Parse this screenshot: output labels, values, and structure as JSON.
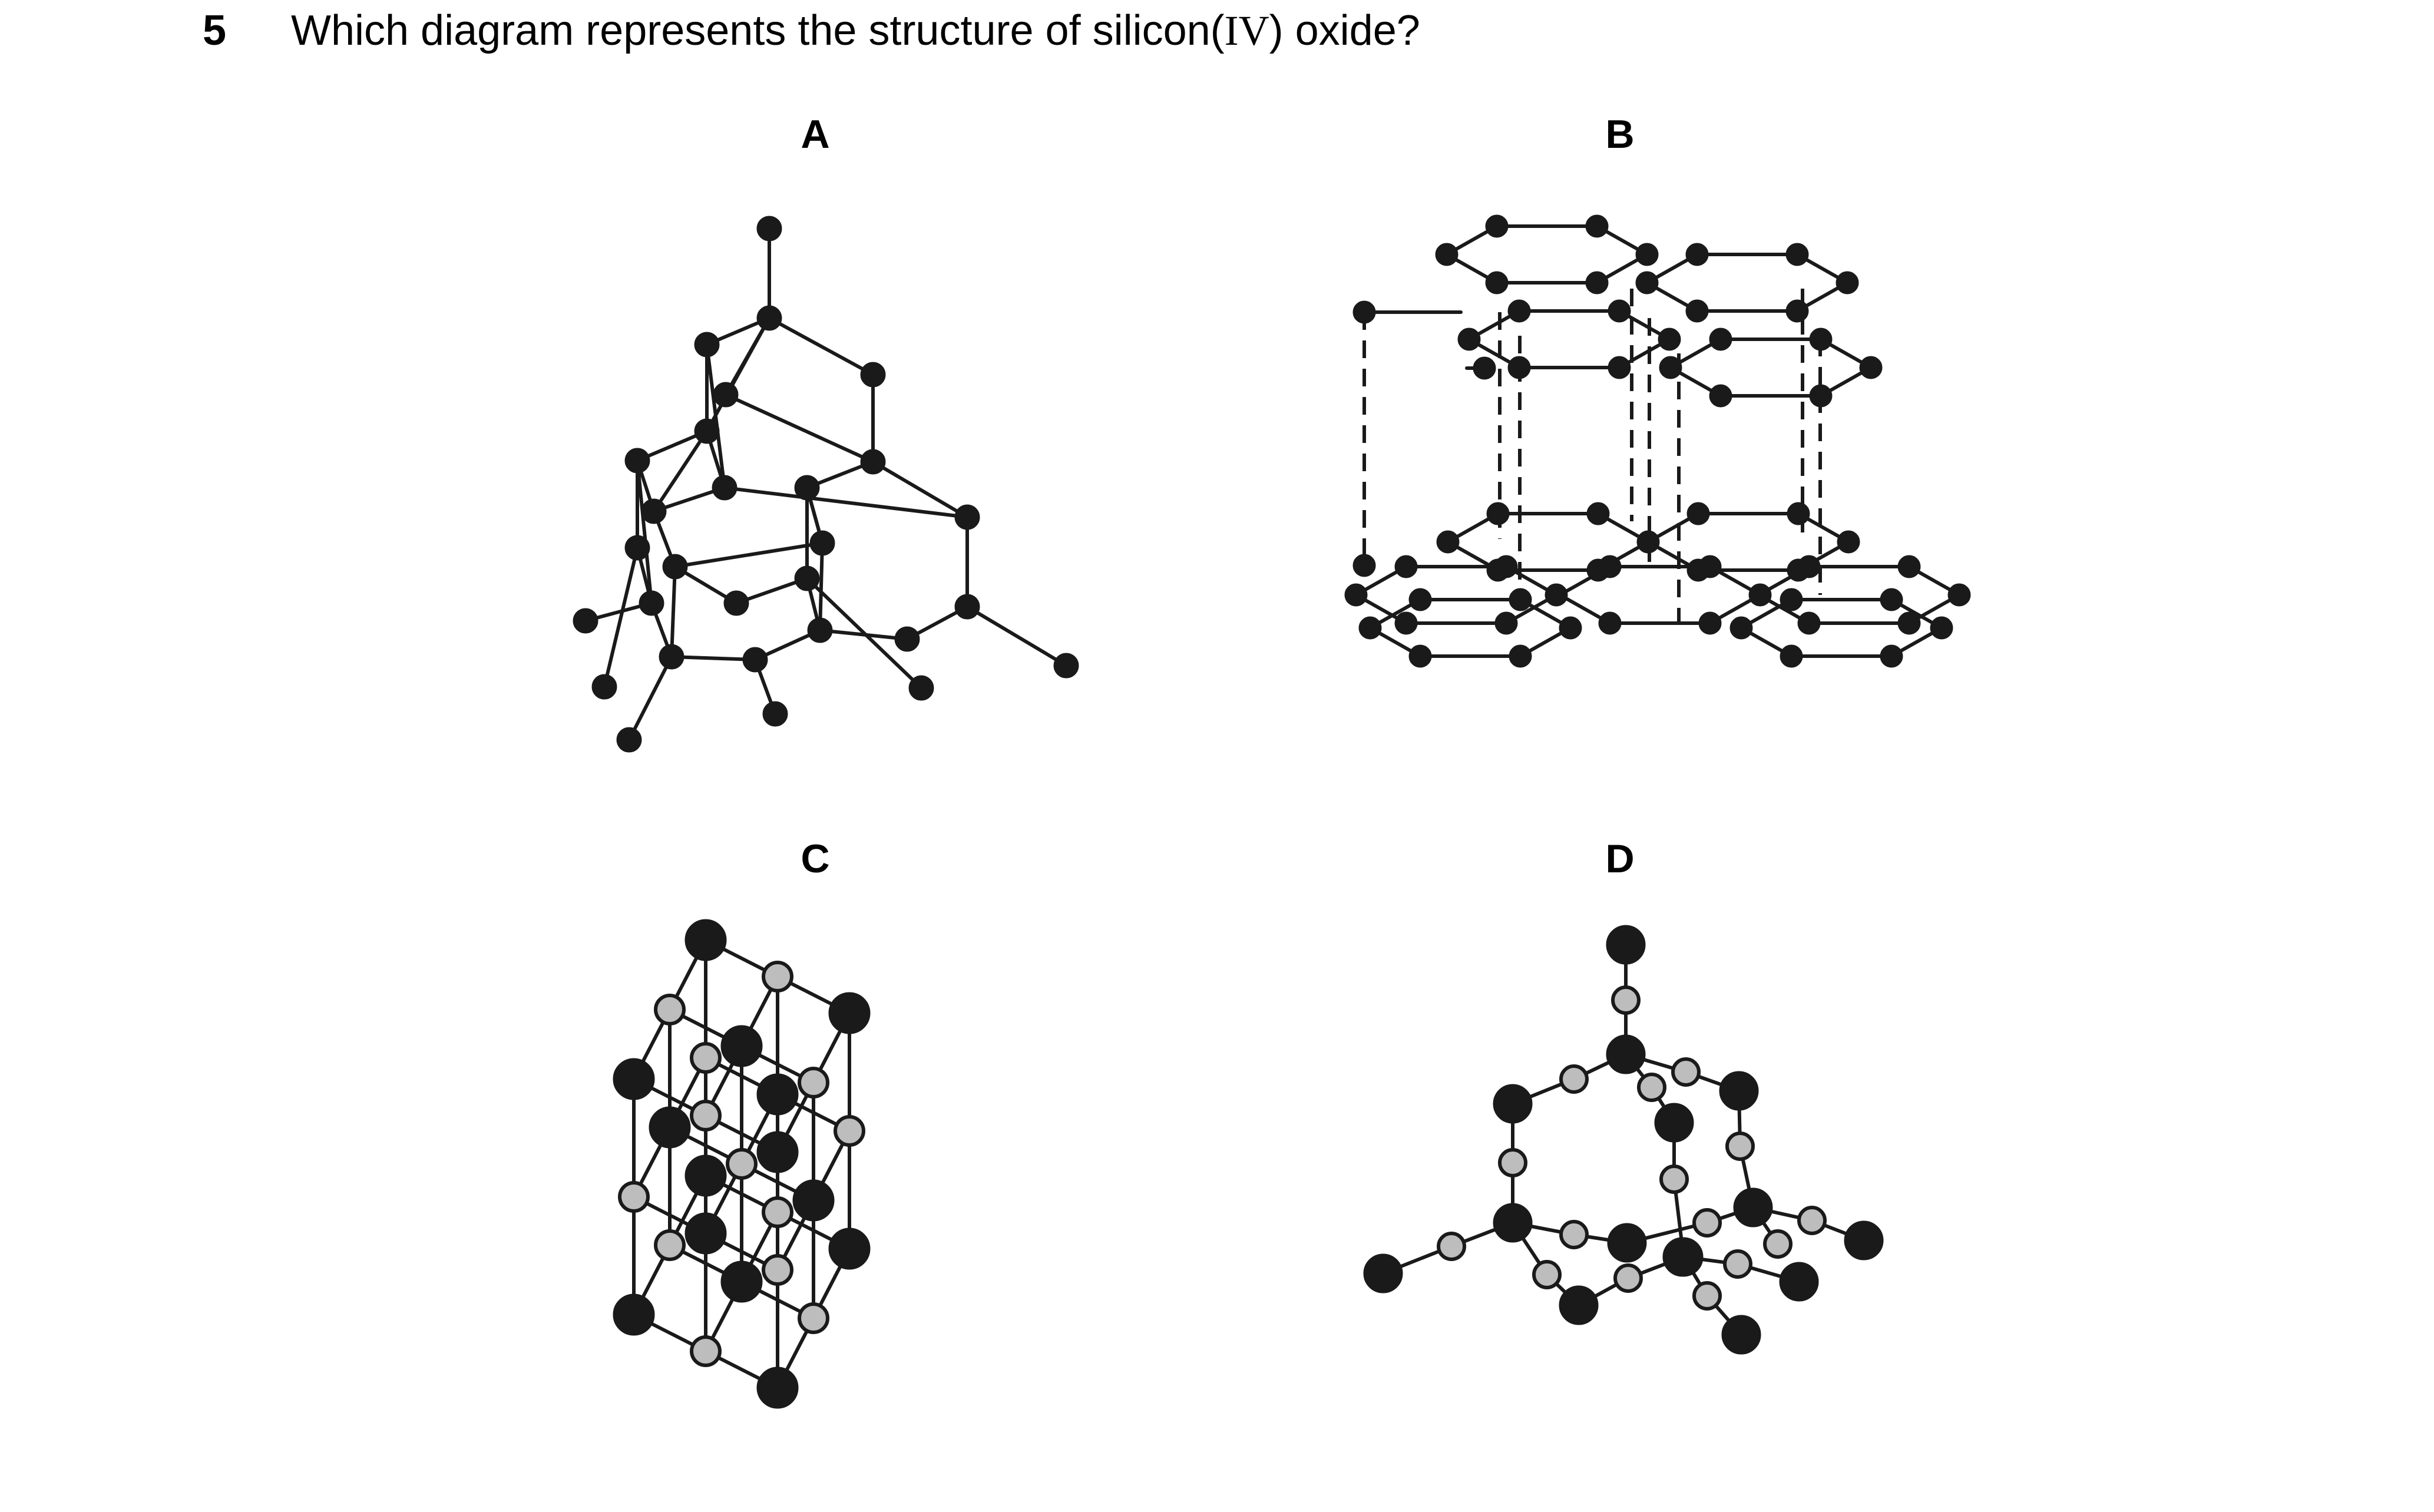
{
  "question": {
    "number": "5",
    "text_before": "Which diagram represents the structure of silicon(",
    "roman": "IV",
    "text_after": ") oxide?"
  },
  "options": [
    {
      "label": "A",
      "depicts": "diamond-type giant covalent lattice of single atoms"
    },
    {
      "label": "B",
      "depicts": "layered hexagonal lattice (graphite) with dashed interlayer lines"
    },
    {
      "label": "C",
      "depicts": "cubic ionic lattice of alternating large black and small grey spheres"
    },
    {
      "label": "D",
      "depicts": "tetrahedral network of black atoms bridged by grey atoms"
    }
  ],
  "colors": {
    "atom_black": "#1a1a1a",
    "atom_grey": "#bdbdbd",
    "bond": "#1a1a1a"
  }
}
